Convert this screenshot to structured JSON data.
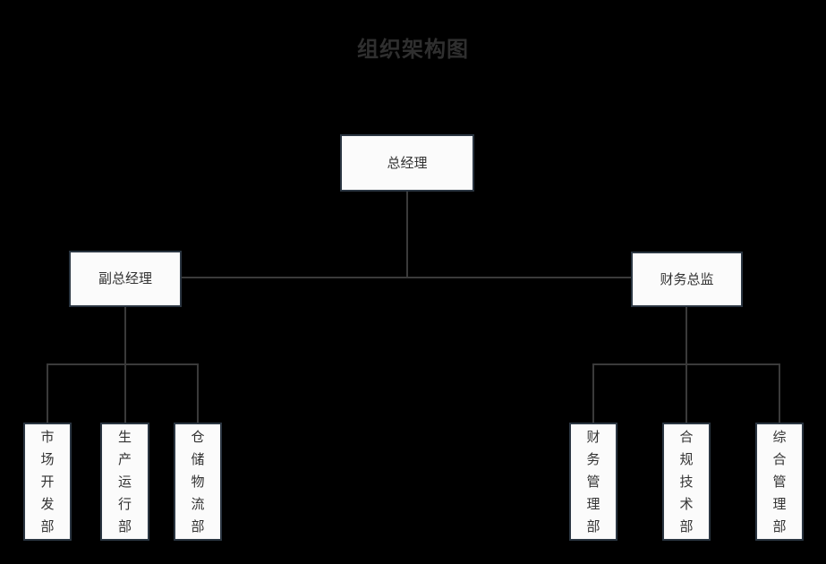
{
  "title": "组织架构图",
  "colors": {
    "background": "#000000",
    "node_fill": "#fbfbfb",
    "node_border": "#2b3642",
    "node_text": "#333333",
    "title_text": "#2f2f2f",
    "connector": "#3a3a3a"
  },
  "nodes": {
    "root": {
      "label": "总经理"
    },
    "level2": [
      {
        "label": "副总经理"
      },
      {
        "label": "财务总监"
      }
    ],
    "level3_left": [
      {
        "label": "市场开发部"
      },
      {
        "label": "生产运行部"
      },
      {
        "label": "仓储物流部"
      }
    ],
    "level3_right": [
      {
        "label": "财务管理部"
      },
      {
        "label": "合规技术部"
      },
      {
        "label": "综合管理部"
      }
    ]
  }
}
